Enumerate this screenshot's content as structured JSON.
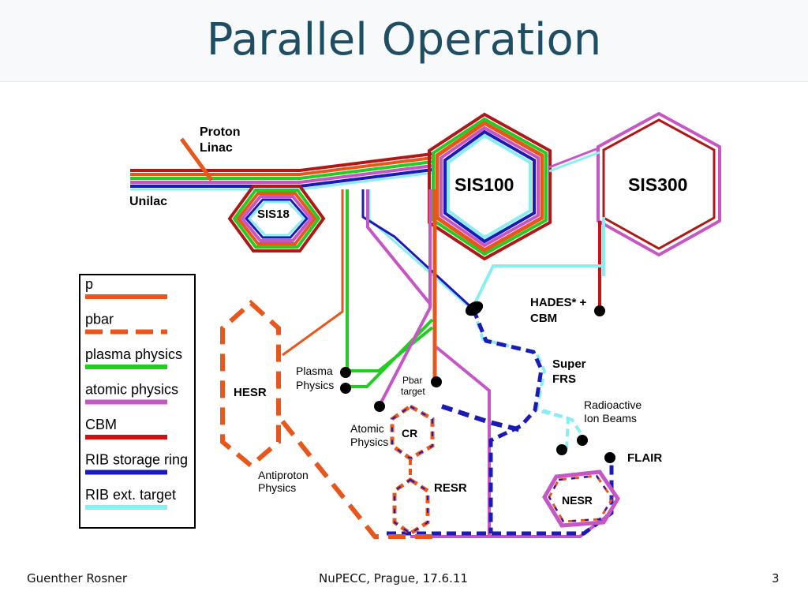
{
  "title": "Parallel Operation",
  "labels": {
    "proton_linac": [
      "Proton",
      "Linac"
    ],
    "unilac": "Unilac",
    "sis18": "SIS18",
    "sis100": "SIS100",
    "sis300": "SIS300",
    "hades": [
      "HADES* +",
      "CBM"
    ],
    "super_frs": [
      "Super",
      "FRS"
    ],
    "radioactive": [
      "Radioactive",
      "Ion Beams"
    ],
    "flair": "FLAIR",
    "plasma": [
      "Plasma",
      "Physics"
    ],
    "pbar_target": [
      "Pbar",
      "target"
    ],
    "hesr": "HESR",
    "atomic": [
      "Atomic",
      "Physics"
    ],
    "cr": "CR",
    "resr": "RESR",
    "antiproton": [
      "Antiproton",
      "Physics"
    ],
    "nesr": "NESR"
  },
  "legend": [
    {
      "label": "p",
      "color": "#e8561c",
      "style": "solid"
    },
    {
      "label": "pbar",
      "color": "#e8561c",
      "style": "dashed"
    },
    {
      "label": "plasma physics",
      "color": "#22cc22",
      "style": "solid"
    },
    {
      "label": "atomic physics",
      "color": "#c655c6",
      "style": "solid"
    },
    {
      "label": "CBM",
      "color": "#cc1111",
      "style": "solid"
    },
    {
      "label": "RIB storage ring",
      "color": "#1a1ab8",
      "style": "solid"
    },
    {
      "label": "RIB ext. target",
      "color": "#88eef2",
      "style": "solid"
    }
  ],
  "footer": {
    "author": "Guenther Rosner",
    "event": "NuPECC, Prague, 17.6.11",
    "page": "3"
  }
}
